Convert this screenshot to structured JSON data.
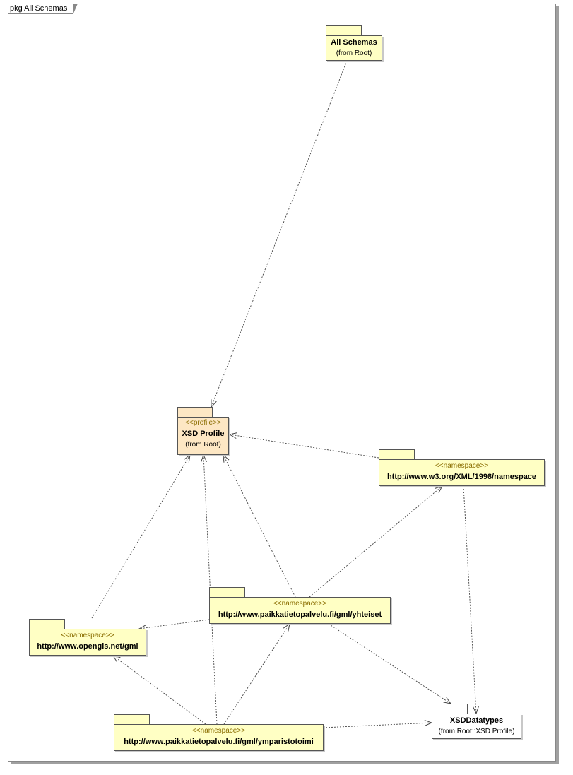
{
  "frame": {
    "label": "pkg All Schemas"
  },
  "packages": {
    "all_schemas": {
      "name": "All Schemas",
      "sub": "(from Root)"
    },
    "xsd_profile": {
      "stereotype": "<<profile>>",
      "name": "XSD Profile",
      "sub": "(from Root)"
    },
    "w3_namespace": {
      "stereotype": "<<namespace>>",
      "name": "http://www.w3.org/XML/1998/namespace"
    },
    "yhteiset": {
      "stereotype": "<<namespace>>",
      "name": "http://www.paikkatietopalvelu.fi/gml/yhteiset"
    },
    "opengis": {
      "stereotype": "<<namespace>>",
      "name": "http://www.opengis.net/gml"
    },
    "ymparistotoimi": {
      "stereotype": "<<namespace>>",
      "name": "http://www.paikkatietopalvelu.fi/gml/ymparistotoimi"
    },
    "xsd_datatypes": {
      "name": "XSDDatatypes",
      "sub": "(from Root::XSD Profile)"
    }
  },
  "colors": {
    "package_fill": "#ffffc4",
    "profile_fill": "#fde7c4",
    "stereotype_text": "#8a6d00",
    "line": "#444444"
  }
}
